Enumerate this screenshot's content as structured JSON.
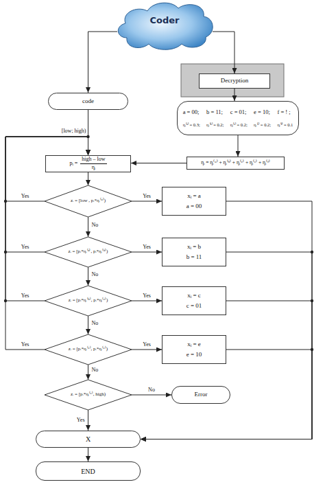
{
  "diagram": {
    "nodes": [
      {
        "text": [
          "Coder"
        ]
      },
      {
        "text": [
          "Decryption"
        ]
      },
      {
        "text": [
          "code"
        ]
      },
      {
        "text": [
          "a = 00;",
          "b = 11;",
          "c = 01;",
          "e = 10;",
          "f = ! ;",
          "ηᵢ⁽ᵃ⁾ = 0.3;",
          "ηᵢ⁽ᵇ⁾ = 0.2;",
          "ηᵢ⁽ᶜ⁾ = 0.2;",
          "ηᵢ⁽ᵉ⁾ = 0.2;",
          "ηᵢ⁽ᶠ⁾ = 0.1"
        ]
      },
      {
        "text": [
          "pᵢ =",
          "high – low",
          "ηᵢ"
        ]
      },
      {
        "text": [
          "ηᵢ = ηᵢ⁽ᵃ⁾ + ηᵢ⁽ᵇ⁾ + ηᵢ⁽ᶜ⁾ + ηᵢ⁽ᵉ⁾ + ηᵢ⁽ᶠ⁾"
        ]
      },
      {
        "text": [
          "zᵢ = [low , pᵢ*ηᵢ⁽ᵃ⁾)"
        ]
      },
      {
        "text": [
          "xᵢ = a",
          "a = 00"
        ]
      },
      {
        "text": [
          "zᵢ = [pᵢ*ηᵢ⁽ᵃ⁾, pᵢ*ηᵢ⁽ᵇ⁾)"
        ]
      },
      {
        "text": [
          "xᵢ = b",
          "b = 11"
        ]
      },
      {
        "text": [
          "zᵢ = [pᵢ*ηᵢ⁽ᵇ⁾, pᵢ*ηᵢ⁽ᶜ⁾)"
        ]
      },
      {
        "text": [
          "xᵢ = c",
          "c = 01"
        ]
      },
      {
        "text": [
          "zᵢ = [pᵢ*ηᵢ⁽ᶜ⁾, pᵢ*ηᵢ⁽ᵉ⁾)"
        ]
      },
      {
        "text": [
          "xᵢ = e",
          "e = 10"
        ]
      },
      {
        "text": [
          "zᵢ = [pᵢ*ηᵢ⁽ᵉ⁾, high)"
        ]
      },
      {
        "text": [
          "Error"
        ]
      },
      {
        "text": [
          "X"
        ]
      },
      {
        "text": [
          "END"
        ]
      }
    ],
    "edges": [
      {
        "from": 0,
        "to": 2,
        "arrow": "to"
      },
      {
        "from": 0,
        "to": 1,
        "arrow": "to"
      },
      {
        "from": 1,
        "to": 3,
        "arrow": "to"
      },
      {
        "from": 3,
        "to": 5,
        "arrow": "to"
      },
      {
        "from": 2,
        "to": 4,
        "label": "[low; high)",
        "arrow": "to"
      },
      {
        "from": 5,
        "to": 4,
        "arrow": "to"
      },
      {
        "from": 4,
        "to": 6,
        "arrow": "to"
      },
      {
        "from": 6,
        "to": 7,
        "label": "Yes",
        "arrow": "to"
      },
      {
        "from": 6,
        "to": 4,
        "label": "Yes",
        "arrow": "to"
      },
      {
        "from": 6,
        "to": 8,
        "label": "No",
        "arrow": "to"
      },
      {
        "from": 8,
        "to": 9,
        "label": "Yes",
        "arrow": "to"
      },
      {
        "from": 8,
        "to": 4,
        "label": "Yes",
        "arrow": "to"
      },
      {
        "from": 8,
        "to": 10,
        "label": "No",
        "arrow": "to"
      },
      {
        "from": 10,
        "to": 11,
        "label": "Yes",
        "arrow": "to"
      },
      {
        "from": 10,
        "to": 4,
        "label": "Yes",
        "arrow": "to"
      },
      {
        "from": 10,
        "to": 12,
        "label": "No",
        "arrow": "to"
      },
      {
        "from": 12,
        "to": 13,
        "label": "Yes",
        "arrow": "to"
      },
      {
        "from": 12,
        "to": 4,
        "label": "Yes",
        "arrow": "to"
      },
      {
        "from": 12,
        "to": 14,
        "label": "No",
        "arrow": "to"
      },
      {
        "from": 14,
        "to": 15,
        "label": "No",
        "arrow": "to"
      },
      {
        "from": 14,
        "to": 16,
        "label": "Yes",
        "arrow": "to"
      },
      {
        "from": 7,
        "to": 16,
        "arrow": "to"
      },
      {
        "from": 9,
        "to": 16,
        "arrow": "to"
      },
      {
        "from": 11,
        "to": 16,
        "arrow": "to"
      },
      {
        "from": 13,
        "to": 16,
        "arrow": "to"
      },
      {
        "from": 16,
        "to": 17,
        "arrow": "to"
      }
    ]
  }
}
